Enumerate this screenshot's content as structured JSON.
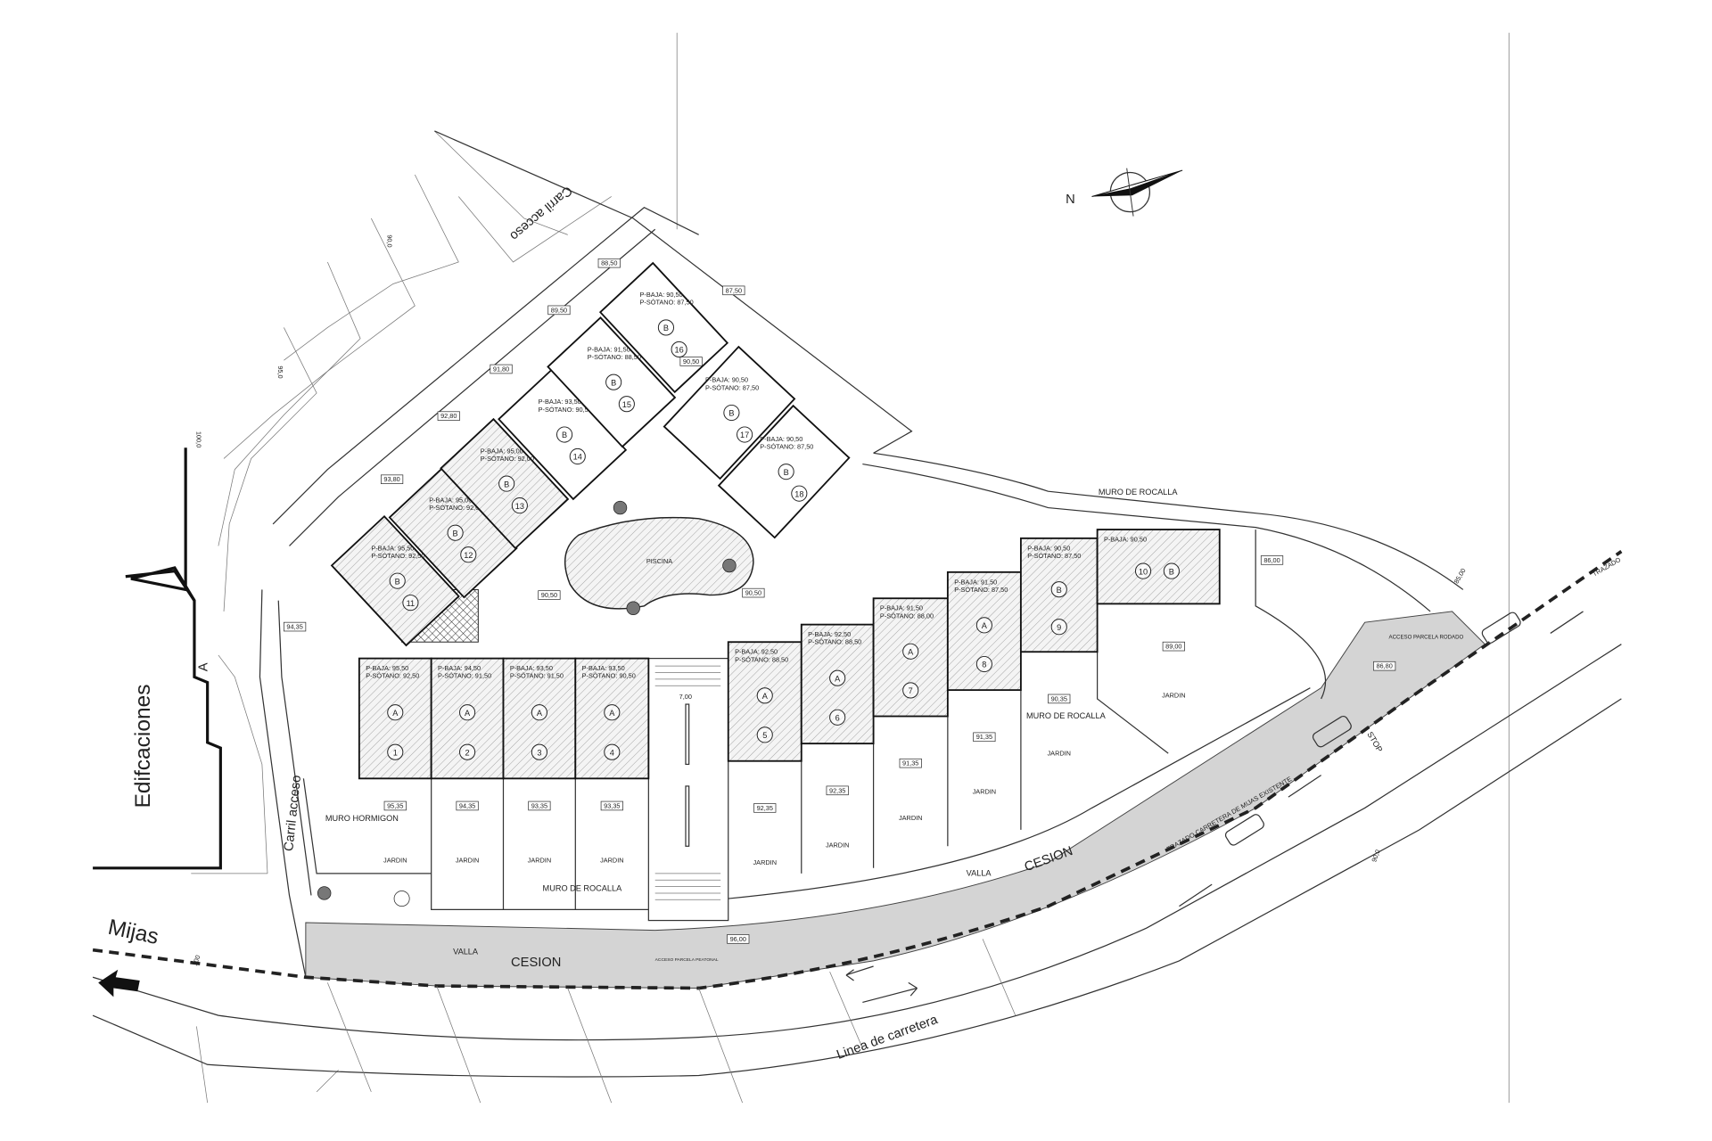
{
  "labels": {
    "edificaciones": "Edifcaciones",
    "section_marker": "A",
    "carril_acceso_top": "Carril acceso",
    "carril_acceso_left": "Carril acceso",
    "mijas": "Mijas",
    "linea_carretera": "Linea de carretera",
    "piscina": "PISCINA",
    "muro_hormigon": "MURO HORMIGON",
    "muro_rocalla_front": "MURO DE ROCALLA",
    "muro_rocalla_top": "MURO DE ROCALLA",
    "muro_rocalla_right": "MURO DE ROCALLA",
    "valla_left": "VALLA",
    "valla_right": "VALLA",
    "cesion_left": "CESION",
    "cesion_right": "CESION",
    "trazado": "TRAZADO CARRETERA DE MIJAS EXISTENTE",
    "trazado_right": "TRAZADO",
    "acceso_peatonal": "ACCESO PARCELA PEATONAL",
    "acceso_rodado": "ACCESO PARCELA RODADO",
    "compass_n": "N",
    "stop": "STOP",
    "stair_width": "7,00",
    "jardin": "JARDIN"
  },
  "units": [
    {
      "number": "1",
      "type": "A",
      "baja": "P-BAJA: 95,50",
      "sotano": "P-SÓTANO: 92,50",
      "garden_level": "95,35"
    },
    {
      "number": "2",
      "type": "A",
      "baja": "P-BAJA: 94,50",
      "sotano": "P-SÓTANO: 91,50",
      "garden_level": "94,35"
    },
    {
      "number": "3",
      "type": "A",
      "baja": "P-BAJA: 93,50",
      "sotano": "P-SÓTANO: 91,50",
      "garden_level": "93,35"
    },
    {
      "number": "4",
      "type": "A",
      "baja": "P-BAJA: 93,50",
      "sotano": "P-SÓTANO: 90,50",
      "garden_level": "93,35"
    },
    {
      "number": "5",
      "type": "A",
      "baja": "P-BAJA: 92,50",
      "sotano": "P-SÓTANO: 88,50",
      "garden_level": "92,35"
    },
    {
      "number": "6",
      "type": "A",
      "baja": "P-BAJA: 92,50",
      "sotano": "P-SÓTANO: 88,50",
      "garden_level": "92,35"
    },
    {
      "number": "7",
      "type": "A",
      "baja": "P-BAJA: 91,50",
      "sotano": "P-SÓTANO: 88,00",
      "garden_level": "91,35"
    },
    {
      "number": "8",
      "type": "A",
      "baja": "P-BAJA: 91,50",
      "sotano": "P-SÓTANO: 87,50",
      "garden_level": "91,35"
    },
    {
      "number": "9",
      "type": "B",
      "baja": "P-BAJA: 90,50",
      "sotano": "P-SÓTANO: 87,50",
      "garden_level": "90,35"
    },
    {
      "number": "10",
      "type": "B",
      "baja": "P-BAJA: 90,50",
      "sotano": "",
      "garden_level": "89,00"
    },
    {
      "number": "11",
      "type": "B",
      "baja": "P-BAJA: 95,50",
      "sotano": "P-SÓTANO: 92,50"
    },
    {
      "number": "12",
      "type": "B",
      "baja": "P-BAJA: 95,00",
      "sotano": "P-SÓTANO: 92,00"
    },
    {
      "number": "13",
      "type": "B",
      "baja": "P-BAJA: 95,00",
      "sotano": "P-SÓTANO: 92,00"
    },
    {
      "number": "14",
      "type": "B",
      "baja": "P-BAJA: 93,50",
      "sotano": "P-SÓTANO: 90,50"
    },
    {
      "number": "15",
      "type": "B",
      "baja": "P-BAJA: 91,50",
      "sotano": "P-SÓTANO: 88,50"
    },
    {
      "number": "16",
      "type": "B",
      "baja": "P-BAJA: 90,50",
      "sotano": "P-SÓTANO: 87,50"
    },
    {
      "number": "17",
      "type": "B",
      "baja": "P-BAJA: 90,50",
      "sotano": "P-SÓTANO: 87,50"
    },
    {
      "number": "18",
      "type": "B",
      "baja": "P-BAJA: 90,50",
      "sotano": "P-SÓTANO: 87,50"
    }
  ],
  "spot_levels": [
    "88,50",
    "89,50",
    "87,50",
    "91,80",
    "92,80",
    "93,80",
    "90,50",
    "94,35",
    "90,50",
    "90,50",
    "96,00",
    "86,00",
    "86,80"
  ],
  "contour_labels": [
    "90,0",
    "95,0",
    "100,0",
    "85,00",
    "90,0",
    "100"
  ],
  "colors": {
    "cesion_fill": "#d4d4d4",
    "line": "#111111",
    "background": "#ffffff"
  }
}
